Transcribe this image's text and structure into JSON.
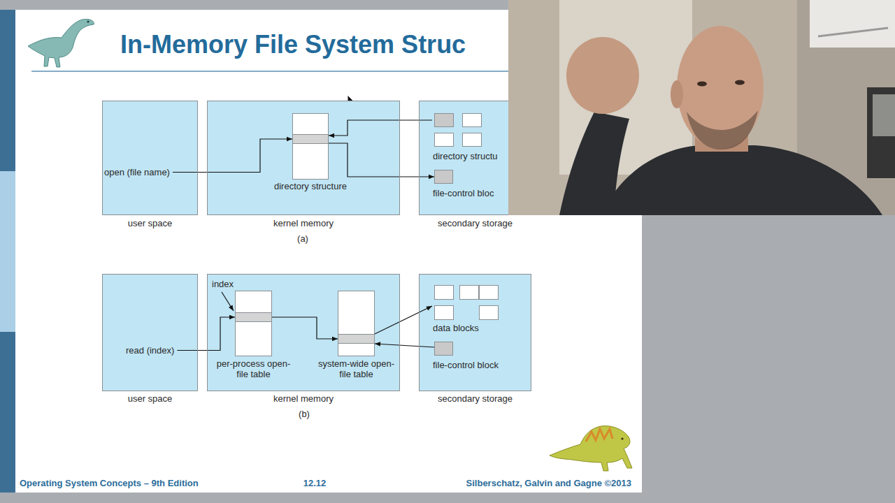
{
  "diagram": {
    "title": "In-Memory File System Struc",
    "nodes": [
      {
        "text": [
          "open (file name)",
          "user space"
        ]
      },
      {
        "text": [
          "kernel memory"
        ]
      },
      {
        "text": [
          "directory structure"
        ],
        "in": 1
      },
      {
        "text": [
          "secondary storage"
        ]
      },
      {
        "text": [
          "directory structu"
        ],
        "in": 3
      },
      {
        "text": [
          "file-control bloc"
        ],
        "in": 3
      },
      {
        "text": [
          "read (index)",
          "user space"
        ]
      },
      {
        "text": [
          "kernel memory"
        ]
      },
      {
        "text": [
          "per-process open-file table"
        ],
        "in": 7
      },
      {
        "text": [
          "system-wide open-file table"
        ],
        "in": 7
      },
      {
        "text": [
          "secondary storage"
        ]
      },
      {
        "text": [
          "data blocks"
        ],
        "in": 10
      },
      {
        "text": [
          "file-control block"
        ],
        "in": 10
      }
    ],
    "edges": [
      {
        "from": 0,
        "to": 2,
        "arrow": "to"
      },
      {
        "from": 4,
        "to": 2,
        "arrow": "to"
      },
      {
        "from": 2,
        "to": 5,
        "arrow": "to"
      },
      {
        "from": 6,
        "to": 8,
        "arrow": "to"
      },
      {
        "from": 8,
        "to": 9,
        "arrow": "to"
      },
      {
        "from": 9,
        "to": 11,
        "arrow": "to"
      },
      {
        "from": 12,
        "to": 9,
        "arrow": "to"
      }
    ],
    "labels": [
      "(a)",
      "index",
      "(b)",
      "Operating System Concepts – 9th Edition",
      "12.12",
      "Silberschatz, Galvin and Gagne ©2013"
    ]
  }
}
